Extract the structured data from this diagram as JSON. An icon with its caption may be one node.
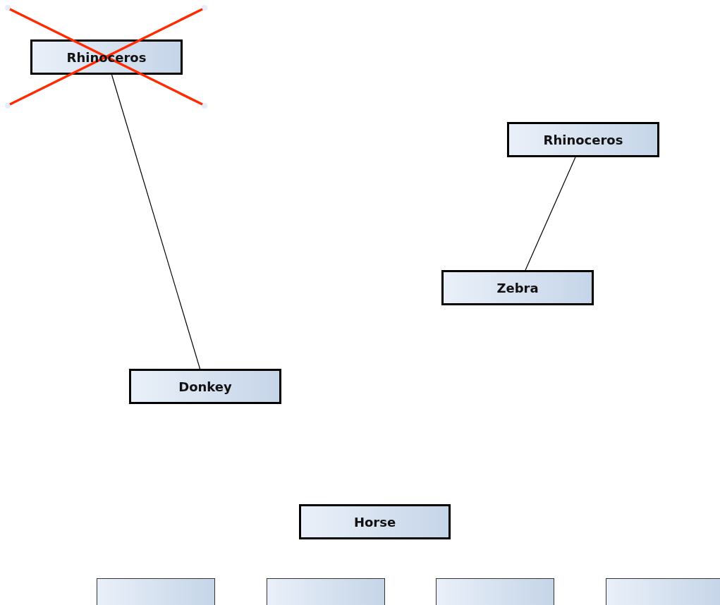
{
  "diagram": {
    "nodes": [
      {
        "text": [
          "Rhinoceros"
        ]
      },
      {
        "text": [
          "Rhinoceros"
        ]
      },
      {
        "text": [
          "Zebra"
        ]
      },
      {
        "text": [
          "Donkey"
        ]
      },
      {
        "text": [
          "Horse"
        ]
      },
      {
        "text": [],
        "shape": "box"
      },
      {
        "text": [],
        "shape": "box"
      },
      {
        "text": [],
        "shape": "box"
      },
      {
        "text": [],
        "shape": "box"
      }
    ],
    "edges": [
      {
        "from": 0,
        "to": 3,
        "arrow": "none"
      },
      {
        "from": 1,
        "to": 2,
        "arrow": "none"
      }
    ]
  }
}
